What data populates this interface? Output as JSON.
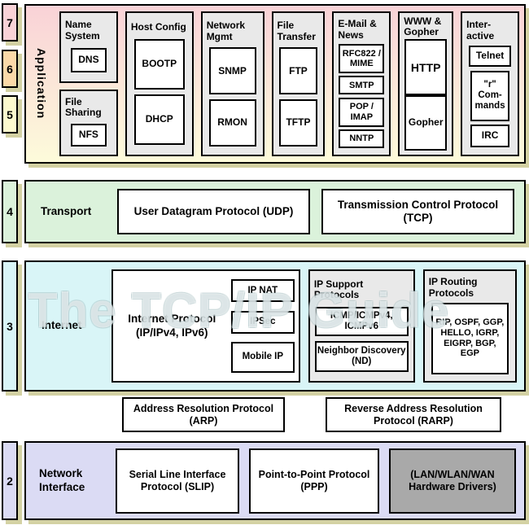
{
  "watermark": "The TCP/IP Guide",
  "layer_numbers": {
    "n7": "7",
    "n6": "6",
    "n5": "5",
    "n4": "4",
    "n3": "3",
    "n2": "2"
  },
  "application": {
    "label": "Application",
    "name_system": {
      "title": "Name System",
      "dns": "DNS"
    },
    "file_sharing": {
      "title": "File Sharing",
      "nfs": "NFS"
    },
    "host_config": {
      "title": "Host Config",
      "bootp": "BOOTP",
      "dhcp": "DHCP"
    },
    "network_mgmt": {
      "title": "Network Mgmt",
      "snmp": "SNMP",
      "rmon": "RMON"
    },
    "file_transfer": {
      "title": "File Transfer",
      "ftp": "FTP",
      "tftp": "TFTP"
    },
    "email_news": {
      "title": "E-Mail & News",
      "rfc822_mime": "RFC822 / MIME",
      "smtp": "SMTP",
      "pop_imap": "POP / IMAP",
      "nntp": "NNTP"
    },
    "www_gopher": {
      "title": "WWW & Gopher",
      "http": "HTTP",
      "gopher": "Gopher"
    },
    "interactive": {
      "title": "Inter- active",
      "telnet": "Telnet",
      "r_commands": "\"r\" Com- mands",
      "irc": "IRC"
    }
  },
  "transport": {
    "label": "Transport",
    "udp": "User Datagram Protocol (UDP)",
    "tcp": "Transmission Control Protocol (TCP)"
  },
  "internet": {
    "label": "Internet",
    "ip": "Internet Protocol (IP/IPv4, IPv6)",
    "ip_nat": "IP NAT",
    "ipsec": "IPSec",
    "mobile_ip": "Mobile IP",
    "support": {
      "title": "IP Support Protocols",
      "icmp": "ICMP/ICMPv4, ICMPv6",
      "nd": "Neighbor Discovery (ND)"
    },
    "routing": {
      "title": "IP Routing Protocols",
      "protocols": "RIP, OSPF, GGP, HELLO, IGRP, EIGRP, BGP, EGP"
    }
  },
  "arp_layer": {
    "arp": "Address Resolution Protocol (ARP)",
    "rarp": "Reverse Address Resolution Protocol (RARP)"
  },
  "network_interface": {
    "label": "Network Interface",
    "slip": "Serial Line Interface Protocol (SLIP)",
    "ppp": "Point-to-Point Protocol (PPP)",
    "hardware": "(LAN/WLAN/WAN Hardware Drivers)"
  },
  "colors": {
    "layer7": "#f9d2d7",
    "layer6": "#fbd9a9",
    "layer5": "#fdfacf",
    "transport": "#dbf2db",
    "internet": "#d9f5f7",
    "network_interface": "#dbdbf4",
    "app_gradient_top": "#f9d2d7",
    "app_gradient_bottom": "#fdfbda",
    "group_bg": "#e9e9e9",
    "hardware_bg": "#a9a9a9",
    "shadow": "#d3d1a3"
  }
}
